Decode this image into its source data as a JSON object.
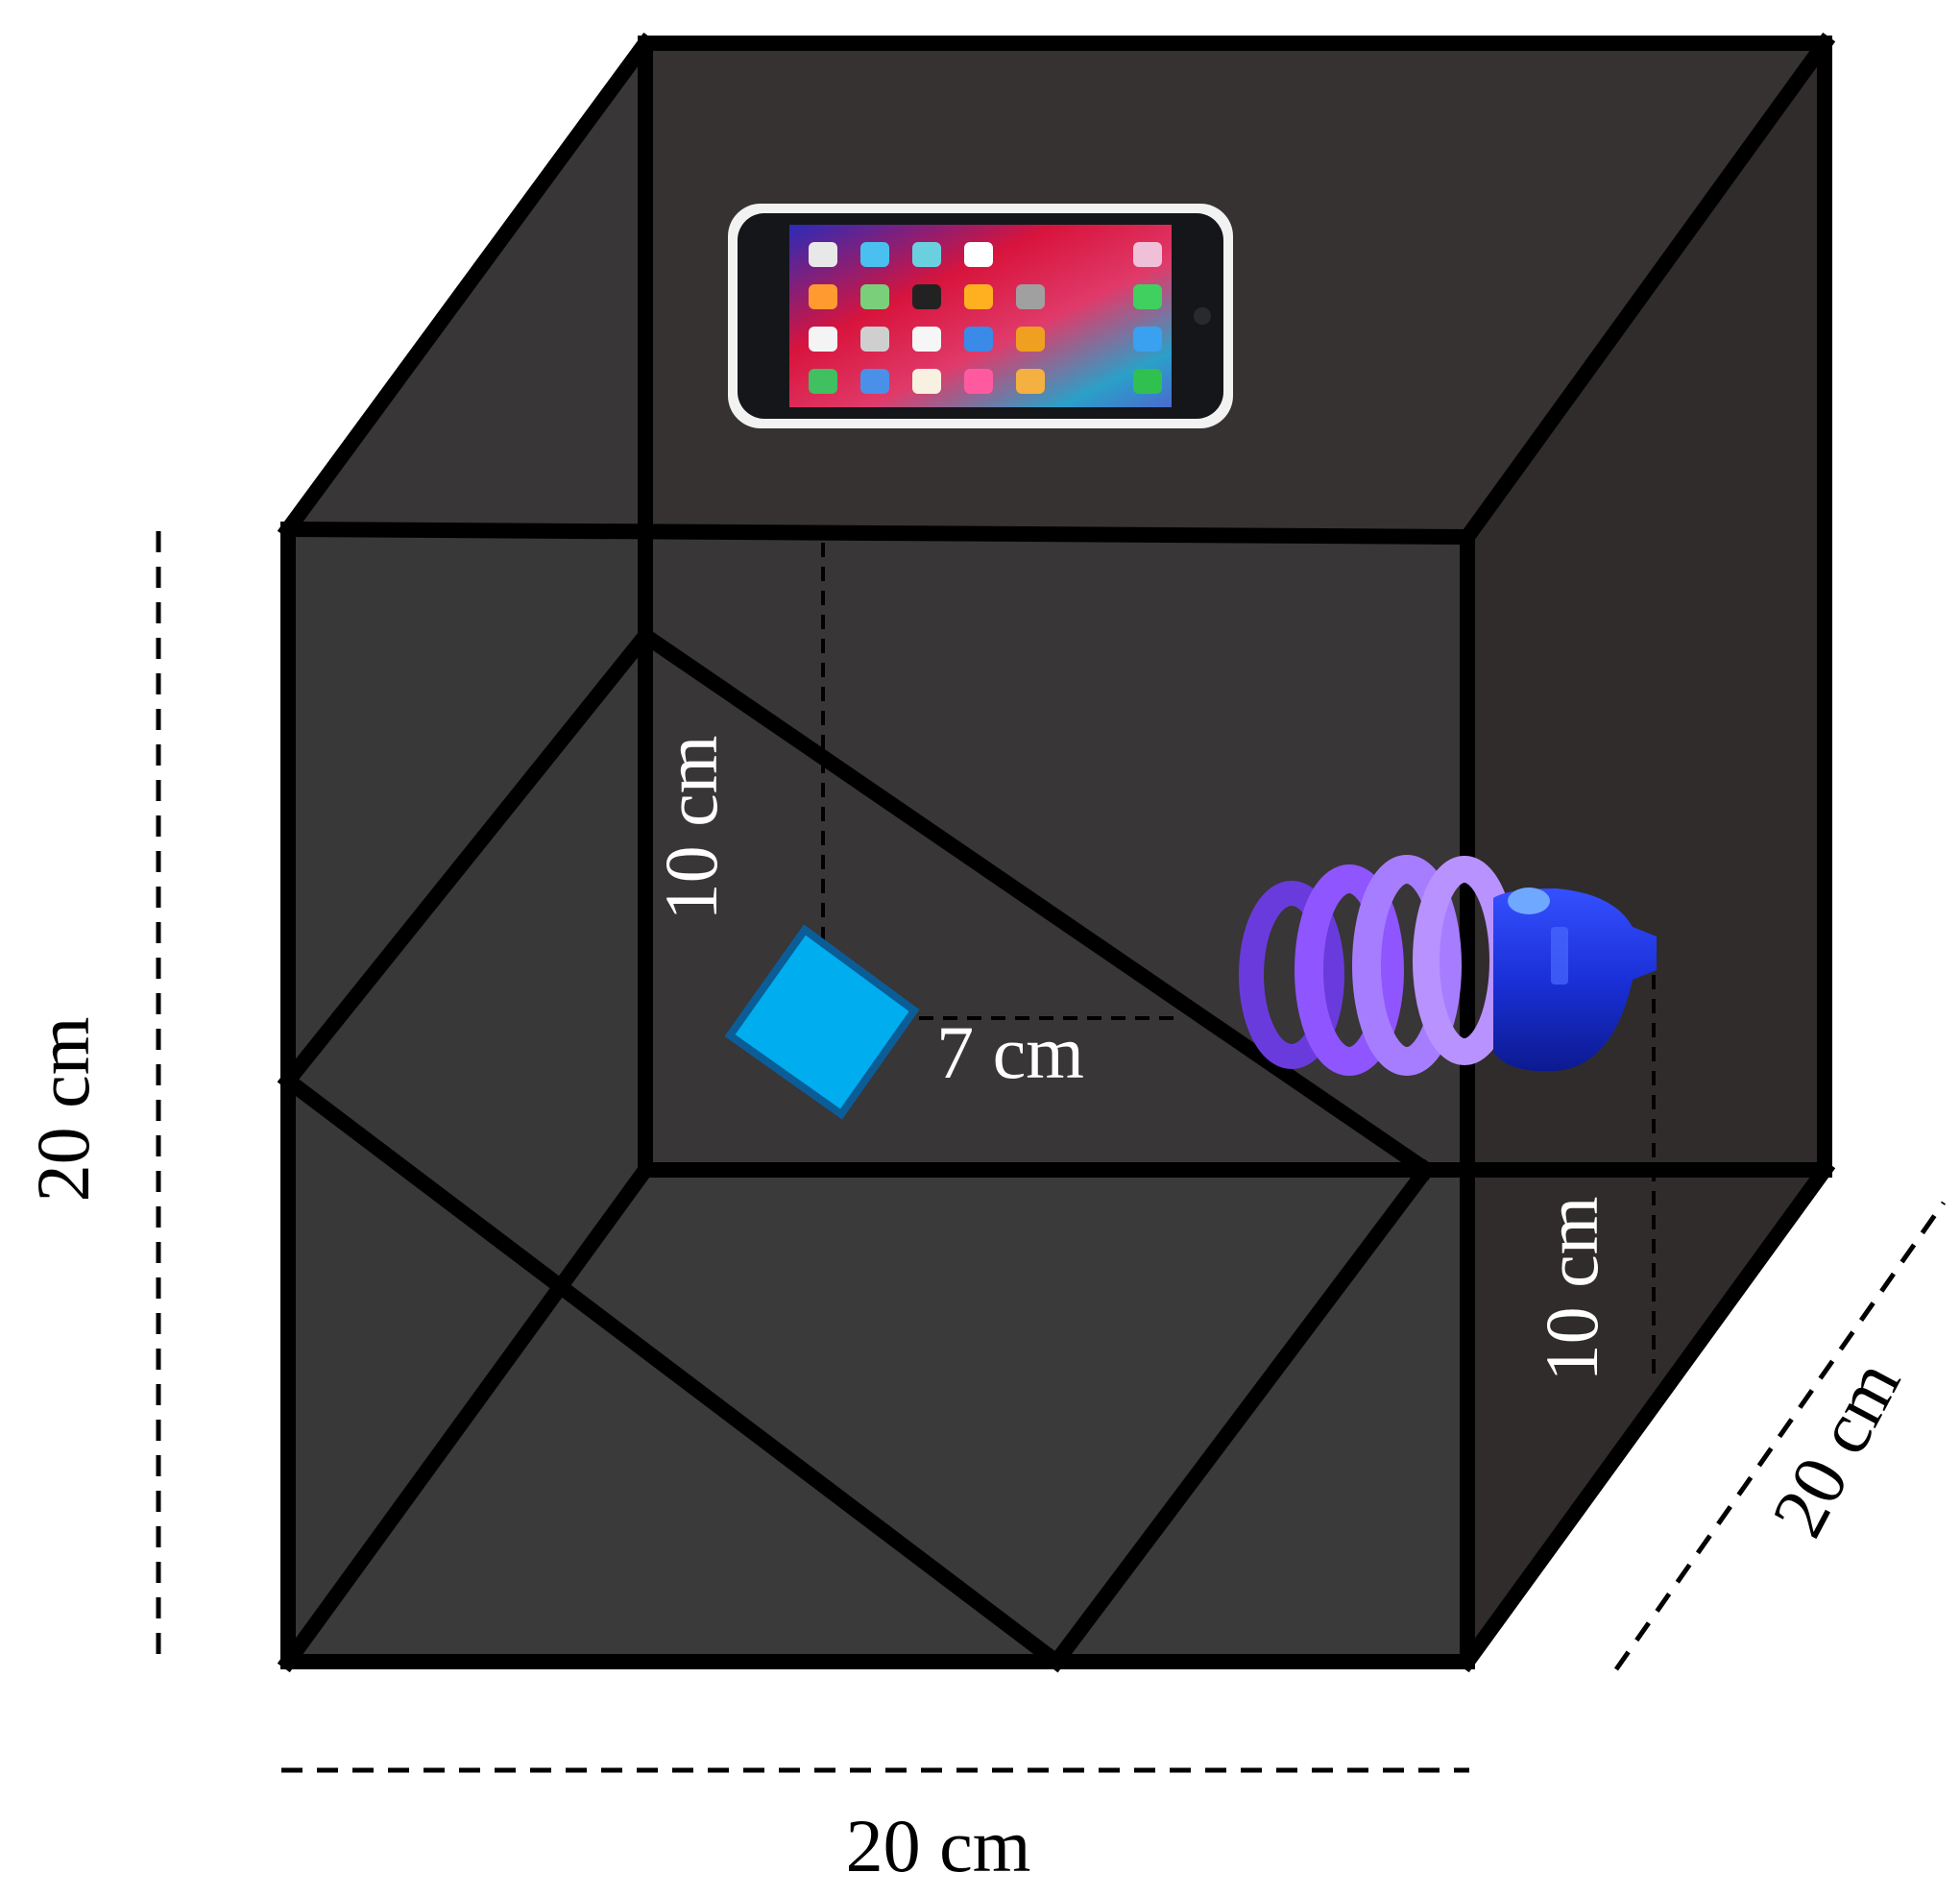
{
  "dimension_labels": {
    "height": "20 cm",
    "width": "20 cm",
    "depth": "20 cm",
    "sample_height": "10 cm",
    "sample_offset": "7 cm",
    "lamp_height": "10 cm"
  },
  "objects": {
    "phone_icon": "smartphone-icon",
    "lamp_icon": "uv-spiral-lamp-icon",
    "sample_icon": "sample-square-icon"
  },
  "colors": {
    "box_fill": "#353232",
    "box_inner": "#3b3b3b",
    "edge": "#000000",
    "sample": "#00adef",
    "sample_border": "#0b5d97",
    "lamp_coil": "#8f55ff",
    "lamp_base": "#1d35e0",
    "label_dark": "#000000",
    "label_light": "#ffffff"
  }
}
